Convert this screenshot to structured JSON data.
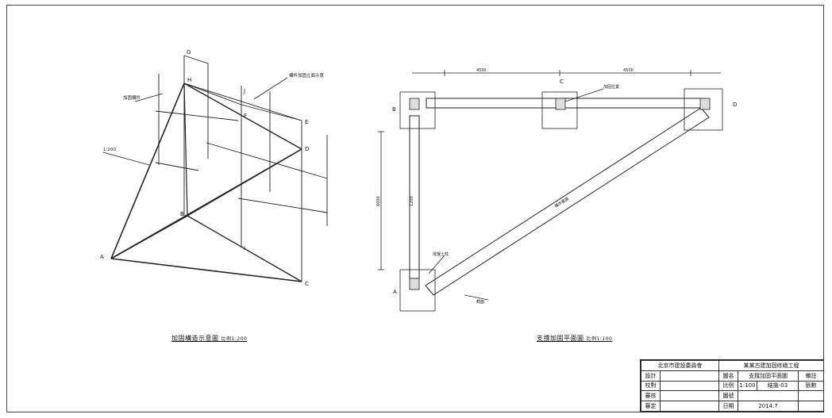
{
  "left_view": {
    "caption": "加固構造示意圖",
    "scale": "比例1:200",
    "points": {
      "A": "A",
      "B": "B",
      "C": "C",
      "D": "D",
      "E": "E",
      "F": "F",
      "G": "G",
      "H": "H",
      "I": "I",
      "J": "J"
    },
    "callouts": [
      "加固構件",
      "1:200",
      "構件加固立面示意"
    ]
  },
  "right_view": {
    "caption": "支撐加固平面圖",
    "scale": "比例1:100",
    "nodes": {
      "A": "A",
      "B": "B",
      "C": "C",
      "D": "D"
    },
    "callouts": [
      "加固位置",
      "混凝土柱",
      "截面",
      "構件截面"
    ],
    "dims": [
      "4500",
      "4500",
      "6000",
      "1200"
    ]
  },
  "title_block": {
    "org": "北京市建設委員會",
    "project": "某某古建加固修繕工程",
    "rows": [
      "設計",
      "校對",
      "審核",
      "審定"
    ],
    "drawing_name_label": "圖名",
    "drawing_name": "支撐加固平面圖",
    "scale_label": "比例",
    "scale_value": "1:100",
    "drawing_no_label": "圖號",
    "drawing_no": "結施-03",
    "date_label": "日期",
    "date_value": "2014.7",
    "remark_label": "備註",
    "sheet_label": "張數"
  }
}
